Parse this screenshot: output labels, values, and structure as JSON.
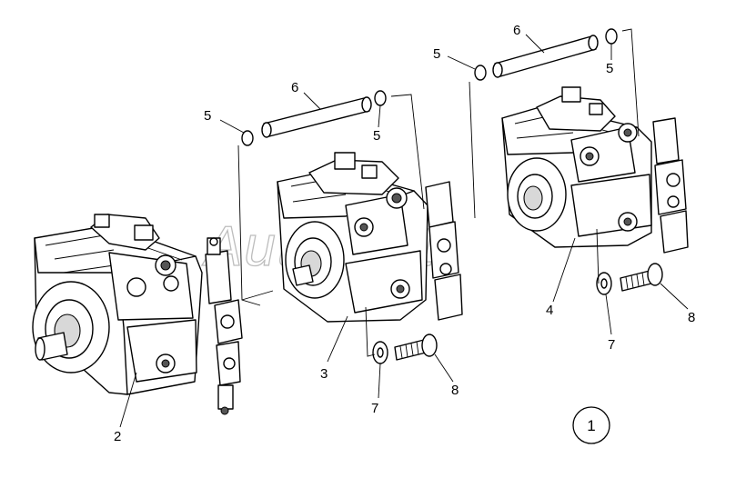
{
  "watermark": "AutoSoft",
  "sheet_number": "1",
  "callouts": {
    "c2": "2",
    "c3": "3",
    "c4": "4",
    "c5a": "5",
    "c5b": "5",
    "c5c": "5",
    "c5d": "5",
    "c6a": "6",
    "c6b": "6",
    "c7a": "7",
    "c7b": "7",
    "c8a": "8",
    "c8b": "8"
  }
}
